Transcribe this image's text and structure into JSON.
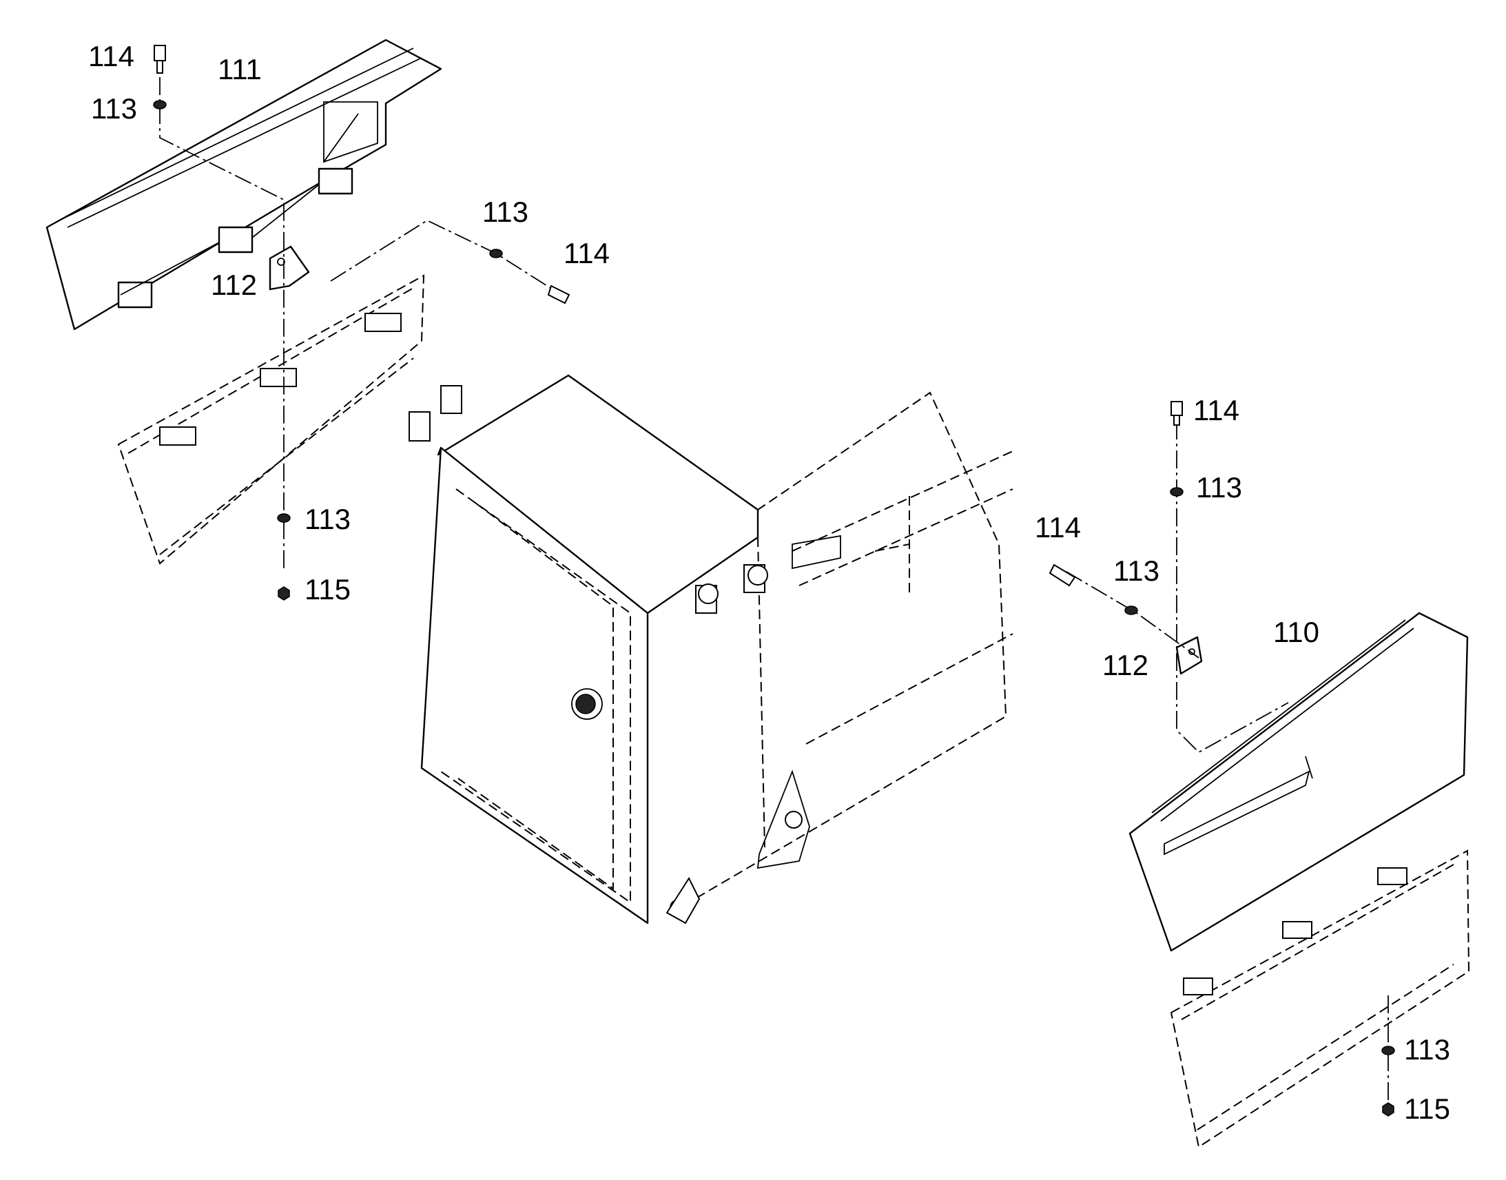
{
  "callouts": {
    "c110": "110",
    "c111": "111",
    "c112_left": "112",
    "c112_right": "112",
    "c113_top_left": "113",
    "c113_mid_top": "113",
    "c113_lower_left": "113",
    "c113_right_top": "113",
    "c113_right_mid": "113",
    "c113_right_bottom": "113",
    "c114_top_left": "114",
    "c114_mid_top": "114",
    "c114_right_top": "114",
    "c114_right_mid": "114",
    "c115_left": "115",
    "c115_right": "115"
  }
}
